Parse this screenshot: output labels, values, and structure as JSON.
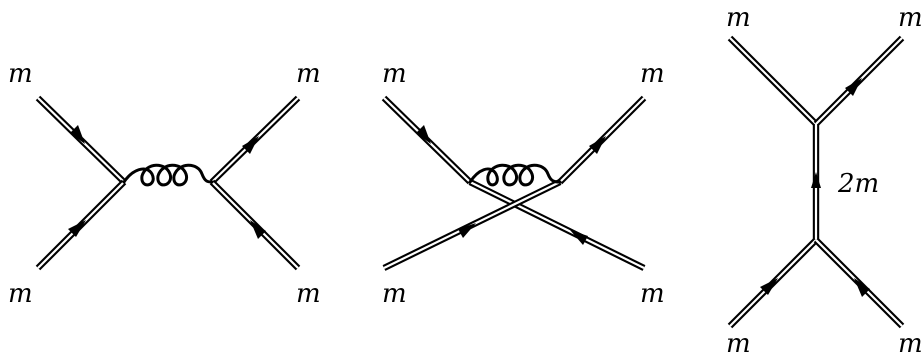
{
  "diagrams": [
    {
      "labels": {
        "top_left": "m",
        "top_right": "m",
        "bottom_left": "m",
        "bottom_right": "m"
      }
    },
    {
      "labels": {
        "top_left": "m",
        "top_right": "m",
        "bottom_left": "m",
        "bottom_right": "m"
      }
    },
    {
      "labels": {
        "top_left": "m",
        "top_right": "m",
        "bottom_left": "m",
        "bottom_right": "m",
        "internal": "2m"
      }
    }
  ]
}
